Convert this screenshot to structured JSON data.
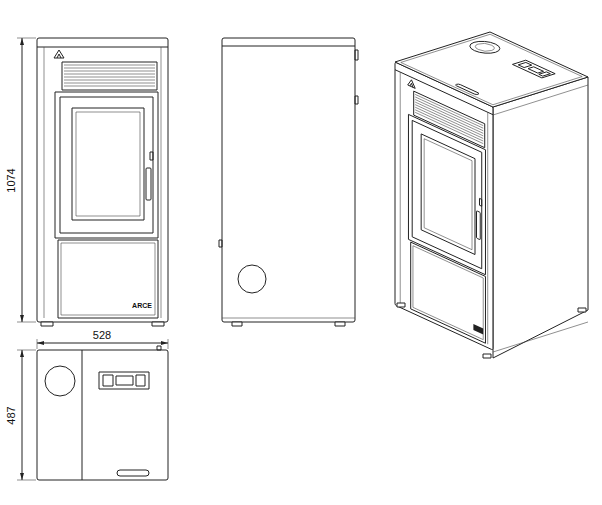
{
  "diagram": {
    "labels": [
      "1074",
      "528",
      "487",
      "ARCE"
    ]
  }
}
